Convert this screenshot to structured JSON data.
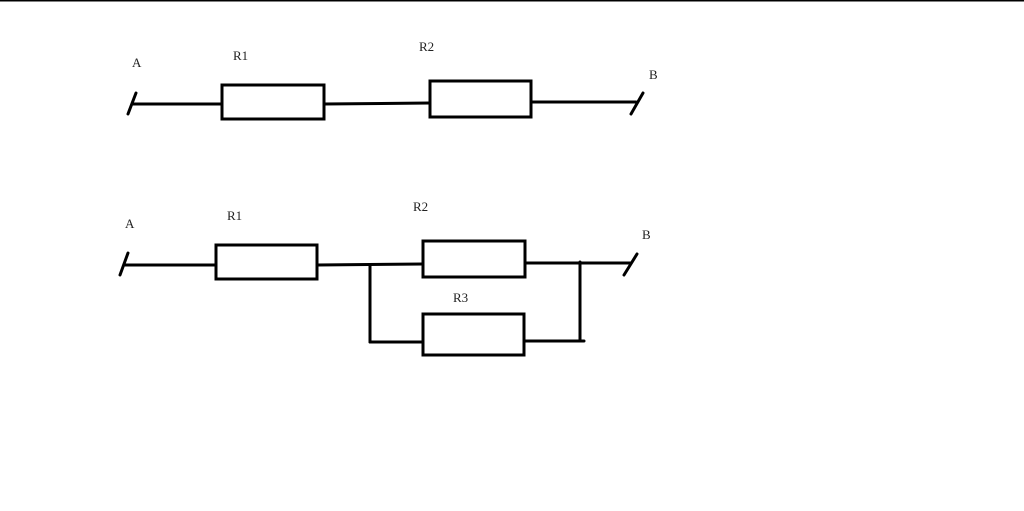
{
  "colors": {
    "background": "#ffffff",
    "stroke": "#000000",
    "text": "#222222"
  },
  "circuit_series": {
    "terminal_a": "A",
    "terminal_b": "B",
    "r1": "R1",
    "r2": "R2"
  },
  "circuit_mixed": {
    "terminal_a": "A",
    "terminal_b": "B",
    "r1": "R1",
    "r2": "R2",
    "r3": "R3"
  }
}
